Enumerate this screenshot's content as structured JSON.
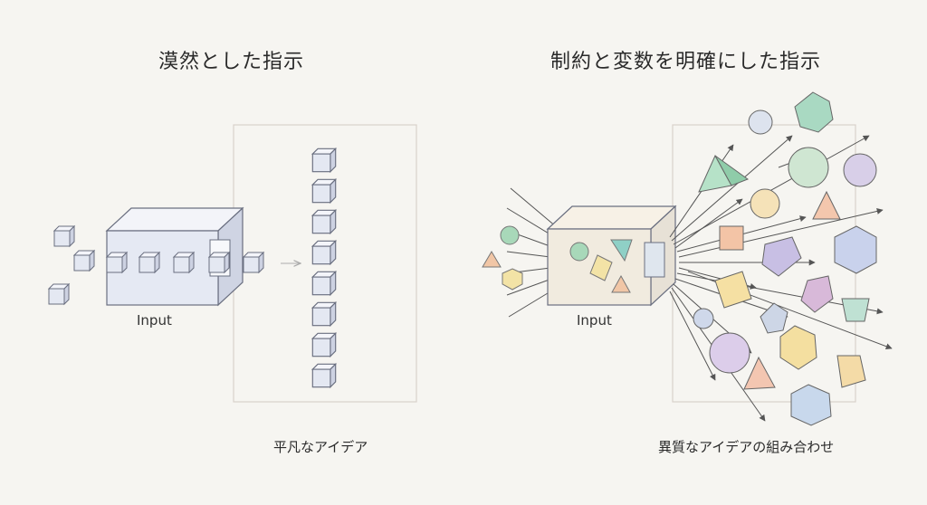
{
  "left": {
    "title": "漠然とした指示",
    "input_label": "Input",
    "caption": "平凡なアイデア"
  },
  "right": {
    "title": "制約と変数を明確にした指示",
    "input_label": "Input",
    "caption": "異質なアイデアの組み合わせ"
  },
  "colors": {
    "background": "#f6f5f1",
    "frame": "#d9d1cb",
    "cube_face": "#e9ecf4",
    "cube_stroke": "#6a6f80",
    "arrow": "#555555",
    "green": "#a8d8b9",
    "orange": "#f1c6a6",
    "purple": "#c9bde0",
    "yellow": "#f3e3a6",
    "teal": "#8fd0c6"
  }
}
